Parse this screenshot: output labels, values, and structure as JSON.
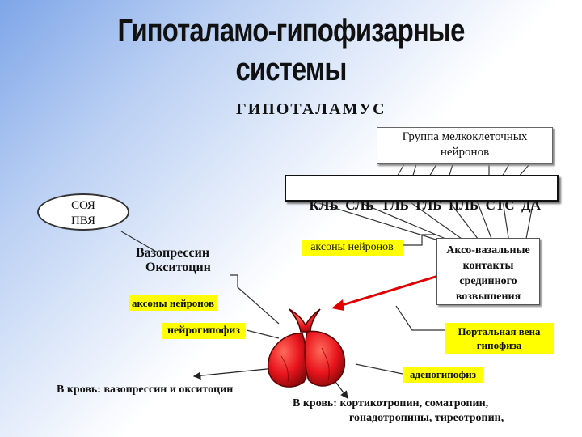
{
  "title": {
    "line1": "Гипоталамо-гипофизарные",
    "line2": "системы"
  },
  "labels": {
    "hypothalamus": "ГИПОТАЛАМУС",
    "small_cell_group": "Группа мелкоклеточных нейронов",
    "releasing_factors": "КЛБ  СЛБ  ТЛБ  ГЛБ  ПЛБ  СТС  ДА",
    "nuclei_line1": "СОЯ",
    "nuclei_line2": "ПВЯ",
    "vasopressin": "Вазопрессин",
    "oxytocin": "Окситоцин",
    "axons_right": "аксоны нейронов",
    "axons_left": "аксоны нейронов",
    "axovasal": "Аксо-вазальные контакты срединного возвышения",
    "neurohypophysis": "нейрогипофиз",
    "portal_vein": "Портальная вена гипофиза",
    "adenohypophysis": "аденогипофиз",
    "blood_left": "В кровь:  вазопрессин и окситоцин",
    "blood_right_line1": "В кровь:  кортикотропин, соматропин,",
    "blood_right_line2": "гонадотропины, тиреотропин,"
  },
  "colors": {
    "highlight": "#ffff00",
    "gland": "#e8141c",
    "arrow_red": "#e00000"
  }
}
